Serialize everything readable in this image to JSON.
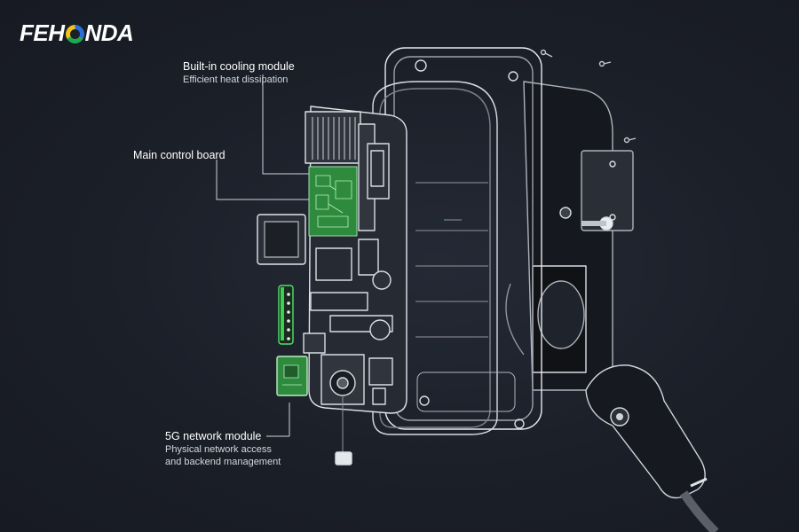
{
  "brand": {
    "logo_text_before": "FEH",
    "logo_text_after": "NDA",
    "colors": {
      "ring_blue": "#2a6fd6",
      "ring_green": "#1faa4a",
      "ring_yellow": "#f2c21b"
    }
  },
  "callouts": {
    "cooling": {
      "title": "Built-in cooling module",
      "subtitle": "Efficient heat dissipation"
    },
    "main_board": {
      "title": "Main control board"
    },
    "network": {
      "title": "5G network module",
      "subtitle_line1": "Physical network access",
      "subtitle_line2": "and backend management"
    }
  },
  "theme": {
    "background": "#1b1f28",
    "line": "#d9dde4",
    "pcb_green": "#2e8b3e",
    "led_green": "#39d353"
  }
}
